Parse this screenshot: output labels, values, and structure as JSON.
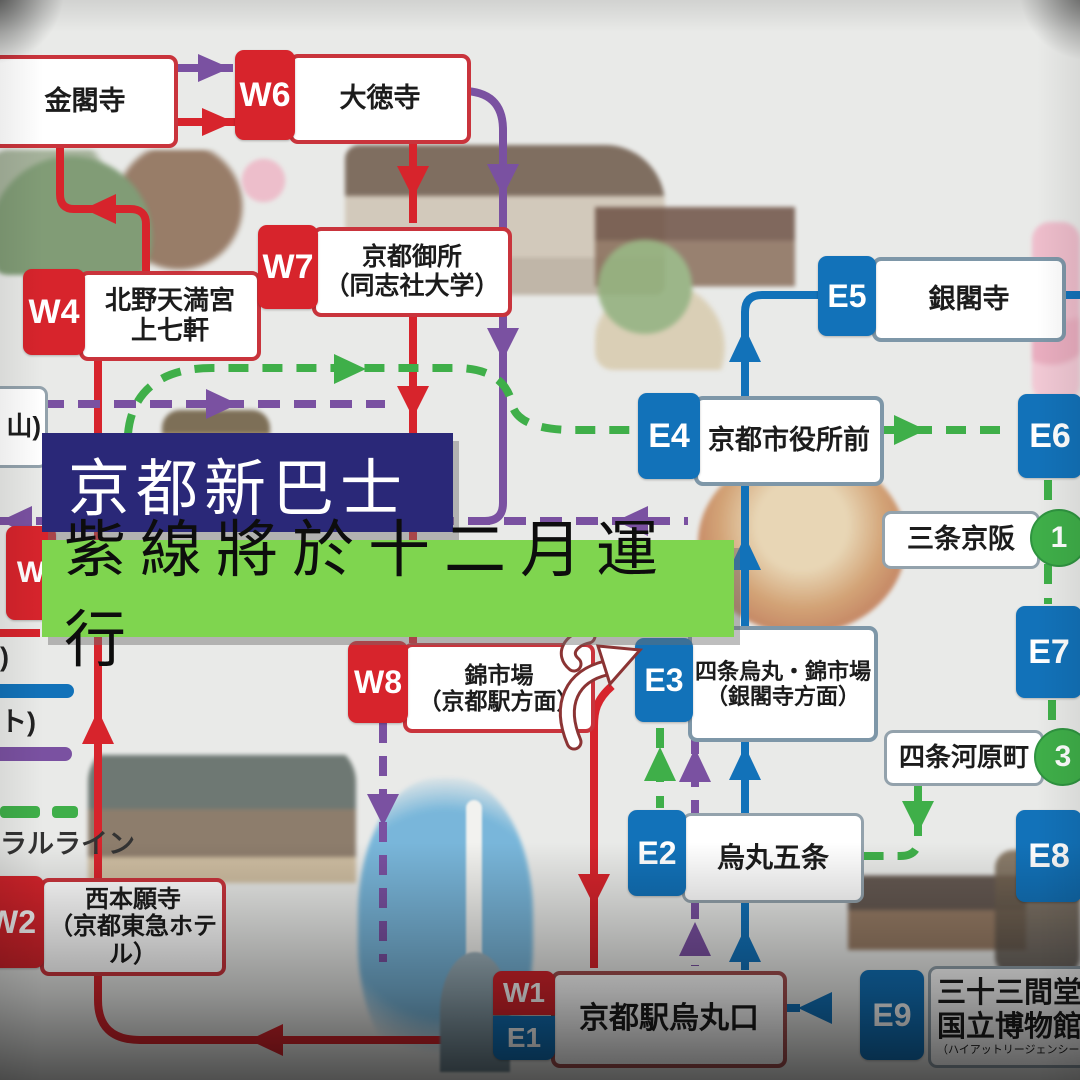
{
  "banners": {
    "title": "京都新巴士",
    "subtitle": "紫線將於十二月運行"
  },
  "stations": {
    "kinkakuji": {
      "name": "金閣寺"
    },
    "w6": {
      "code": "W6",
      "name": "大徳寺"
    },
    "w7": {
      "code": "W7",
      "name1": "京都御所",
      "name2": "（同志社大学）"
    },
    "w4": {
      "code": "W4",
      "name1": "北野天満宮",
      "name2": "上七軒"
    },
    "w8": {
      "code": "W8",
      "name1": "錦市場",
      "name2": "（京都駅方面）"
    },
    "w3_partial": {
      "code": "W"
    },
    "w2": {
      "code": "W2",
      "name1": "西本願寺",
      "name2": "（京都東急ホテル）"
    },
    "w1e1": {
      "code_w": "W1",
      "code_e": "E1",
      "name": "京都駅烏丸口"
    },
    "e5": {
      "code": "E5",
      "name": "銀閣寺"
    },
    "e4": {
      "code": "E4",
      "name": "京都市役所前"
    },
    "e3": {
      "code": "E3",
      "name1": "四条烏丸・錦市場",
      "name2": "（銀閣寺方面）"
    },
    "e2": {
      "code": "E2",
      "name": "烏丸五条"
    },
    "e6": {
      "code": "E6"
    },
    "e7": {
      "code": "E7"
    },
    "e8": {
      "code": "E8"
    },
    "e9": {
      "code": "E9",
      "name1": "三十三間堂",
      "name2": "国立博物館",
      "note": "（ハイアットリージェンシー京都"
    },
    "sanjo_keihan": {
      "name": "三条京阪",
      "badge": "1"
    },
    "shijo_kawaramachi": {
      "name": "四条河原町",
      "badge": "3"
    },
    "arashiyama_partial": {
      "name": "山)"
    }
  },
  "legend": {
    "paren_partial": ")",
    "to_partial": "ト)",
    "label_partial": "ラルライン"
  },
  "colors": {
    "west_red": "#d7242c",
    "east_blue": "#1272b9",
    "purple_line": "#7a51a1",
    "green_line": "#3faf49",
    "banner_navy": "#2a2878",
    "banner_green": "#7fd54f"
  }
}
